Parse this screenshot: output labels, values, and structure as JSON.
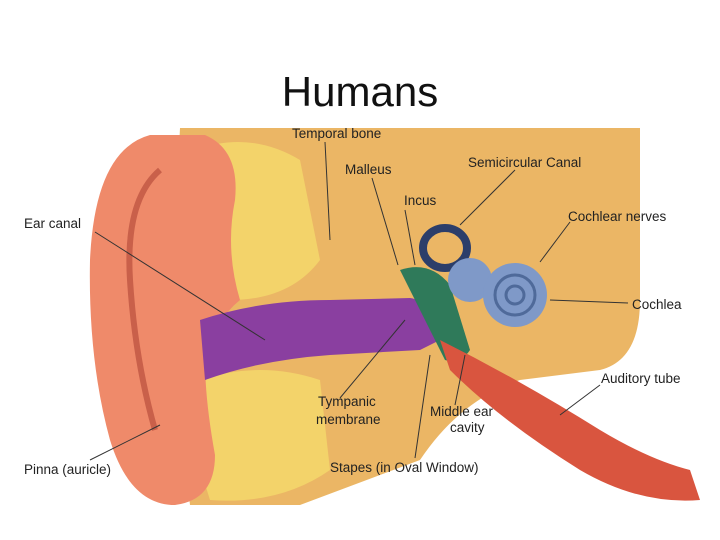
{
  "title": "Humans",
  "labels": {
    "temporal_bone": "Temporal bone",
    "malleus": "Malleus",
    "semicircular_canal": "Semicircular Canal",
    "incus": "Incus",
    "ear_canal": "Ear canal",
    "cochlear_nerves": "Cochlear nerves",
    "cochlea": "Cochlea",
    "auditory_tube": "Auditory tube",
    "tympanic_membrane_1": "Tympanic",
    "tympanic_membrane_2": "membrane",
    "middle_ear_cavity_1": "Middle ear",
    "middle_ear_cavity_2": "cavity",
    "pinna": "Pinna (auricle)",
    "stapes": "Stapes (in Oval Window)"
  },
  "colors": {
    "bone": "#e7a94a",
    "fat": "#f3d36a",
    "skin": "#ef8a6a",
    "canal": "#8a3fa0",
    "cochlea": "#7f99c8",
    "middle_ear": "#2f7a5a",
    "tube": "#d9553f",
    "line": "#333333"
  }
}
